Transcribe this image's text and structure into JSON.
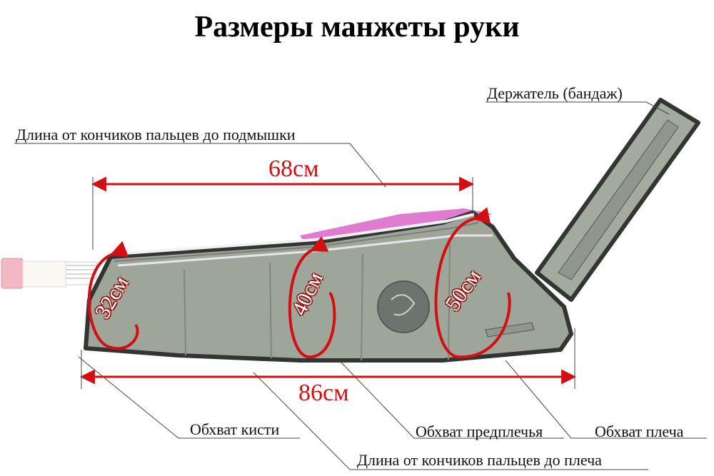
{
  "title": "Размеры манжеты руки",
  "labels": {
    "holder": "Держатель (бандаж)",
    "fingertip_to_armpit": "Длина от кончиков пальцев до подмышки",
    "wrist_girth": "Обхват кисти",
    "forearm_girth": "Обхват предплечья",
    "shoulder_girth": "Обхват плеча",
    "fingertip_to_shoulder": "Длина от кончиков пальцев до плеча"
  },
  "dimensions": {
    "fingertip_to_armpit": "68см",
    "fingertip_to_shoulder": "86см",
    "wrist_girth": "32см",
    "forearm_girth": "40см",
    "shoulder_girth": "50см"
  },
  "colors": {
    "accent_red": "#d40f14",
    "cuff_body": "#9ea69a",
    "cuff_trim": "#3a3d3b",
    "strap": "#a3ab9f",
    "inner_lining": "#e07ccf",
    "connector": "#f2b9c3"
  }
}
